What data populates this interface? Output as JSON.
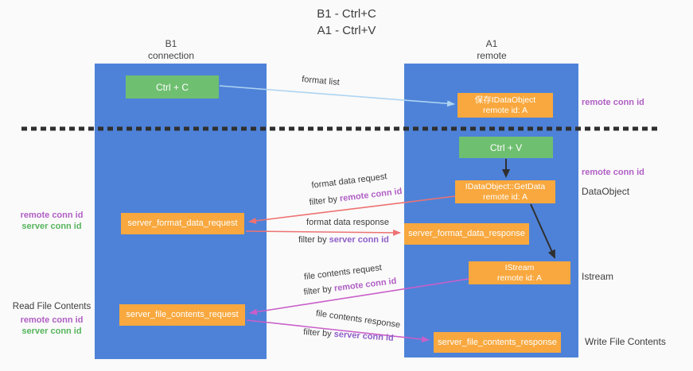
{
  "title": {
    "line1": "B1 - Ctrl+C",
    "line2": "A1 - Ctrl+V"
  },
  "columns": {
    "left": {
      "header_line1": "B1",
      "header_line2": "connection"
    },
    "right": {
      "header_line1": "A1",
      "header_line2": "remote"
    }
  },
  "nodes": {
    "ctrl_c": "Ctrl + C",
    "ctrl_v": "Ctrl + V",
    "save_dataobject": {
      "line1": "保存IDataObject",
      "line2": "remote id: A"
    },
    "getdata": {
      "line1": "IDataObject::GetData",
      "line2": "remote id: A"
    },
    "istream": {
      "line1": "IStream",
      "line2": "remote id: A"
    },
    "format_request": "server_format_data_request",
    "format_response": "server_format_data_response",
    "file_request": "server_file_contents_request",
    "file_response": "server_file_contents_response"
  },
  "arrow_labels": {
    "format_list": "format list",
    "format_data_request": "format data request",
    "format_data_response": "format data response",
    "file_contents_request": "file contents request",
    "file_contents_response": "file contents response",
    "filter_by": "filter by",
    "remote_conn_id": "remote conn id",
    "server_conn_id": "server conn id"
  },
  "side_labels": {
    "remote_conn_id_top": "remote conn id",
    "remote_conn_id_mid": "remote conn id",
    "dataobject": "DataObject",
    "istream": "Istream",
    "write_file_contents": "Write File Contents",
    "read_file_contents": "Read File Contents",
    "remote_conn_id": "remote conn id",
    "server_conn_id": "server conn id"
  },
  "colors": {
    "column-blue": "#4e82d8",
    "box-green": "#6fbf70",
    "box-orange": "#f8a83e",
    "arrow-red": "#ee7272",
    "arrow-magenta": "#c95fc9",
    "arrow-blue": "#aed4f2",
    "arrow-black": "#2f2f2f",
    "label-magenta": "#b05fc4",
    "label-green": "#56b45c",
    "label-purple": "#8f5fc8",
    "text-dark": "#3c3c3c",
    "bg": "#fafafa"
  }
}
